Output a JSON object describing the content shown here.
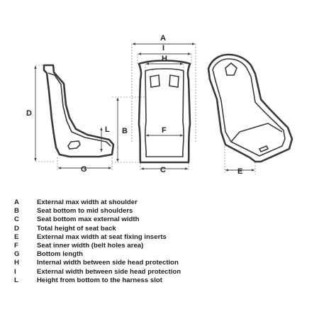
{
  "labels": {
    "A": "A",
    "B": "B",
    "C": "C",
    "D": "D",
    "E": "E",
    "F": "F",
    "G": "G",
    "H": "H",
    "I": "I",
    "L": "L"
  },
  "legend": [
    {
      "key": "A",
      "desc": "External max width at shoulder"
    },
    {
      "key": "B",
      "desc": "Seat bottom to mid shoulders"
    },
    {
      "key": "C",
      "desc": "Seat bottom max external width"
    },
    {
      "key": "D",
      "desc": "Total height of seat back"
    },
    {
      "key": "E",
      "desc": "External max width at seat fixing inserts"
    },
    {
      "key": "F",
      "desc": "Seat inner width (belt holes area)"
    },
    {
      "key": "G",
      "desc": "Bottom length"
    },
    {
      "key": "H",
      "desc": "Internal width between side head protection"
    },
    {
      "key": "I",
      "desc": "External width between side head protection"
    },
    {
      "key": "L",
      "desc": "Height from bottom to the harness slot"
    }
  ]
}
